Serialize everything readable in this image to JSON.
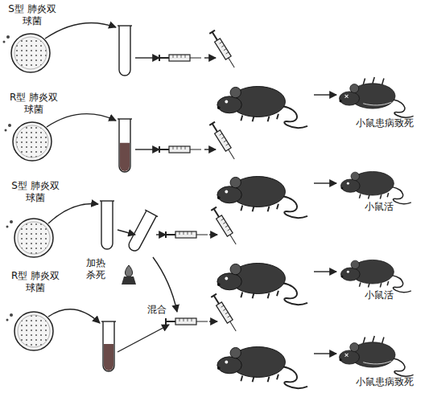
{
  "diagram": {
    "labels": [
      "S型 肺炎双球菌",
      "小鼠患病致死",
      "R型 肺炎双球菌",
      "小鼠活",
      "S型 肺炎双球菌",
      "加热杀死",
      "小鼠活",
      "R型 肺炎双球菌",
      "混合",
      "小鼠患病致死"
    ]
  }
}
